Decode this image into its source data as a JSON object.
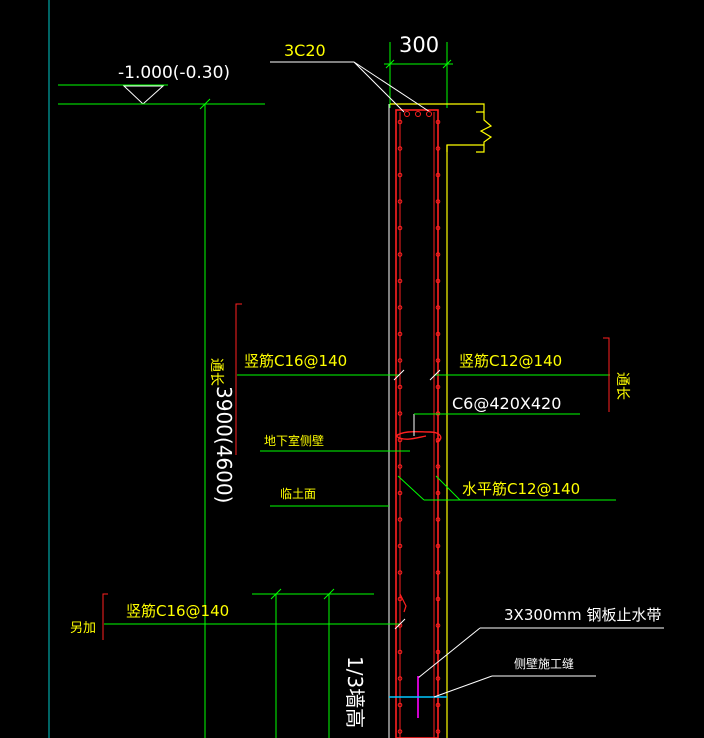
{
  "colors": {
    "background": "#000000",
    "text_white": "#ffffff",
    "text_yellow": "#ffff00",
    "line_green": "#00ff00",
    "wall_red": "#ff2020",
    "line_white": "#ffffff",
    "outline_yellow": "#ffff00",
    "axis_cyan": "#00c8c8",
    "waterstop_magenta": "#ff00ff",
    "joint_cyan": "#00c8ff"
  },
  "dimensions": {
    "wall_width": "300",
    "height": "3900(4600)",
    "one_third_height": "1/3墙高"
  },
  "labels": {
    "elevation": "-1.000(-0.30)",
    "top_bars": "3C20",
    "vertical_bar_outer": "竖筋C16@140",
    "through_length_left": "通长",
    "vertical_bar_inner": "竖筋C12@140",
    "through_length_right": "通长",
    "tie_bar": "C6@420X420",
    "basement_wall": "地下室侧壁",
    "horizontal_bar": "水平筋C12@140",
    "soil_side": "临土面",
    "additional": "另加",
    "vertical_bar_additional": "竖筋C16@140",
    "waterstop": "3X300mm  钢板止水带",
    "construction_joint": "侧壁施工缝"
  }
}
